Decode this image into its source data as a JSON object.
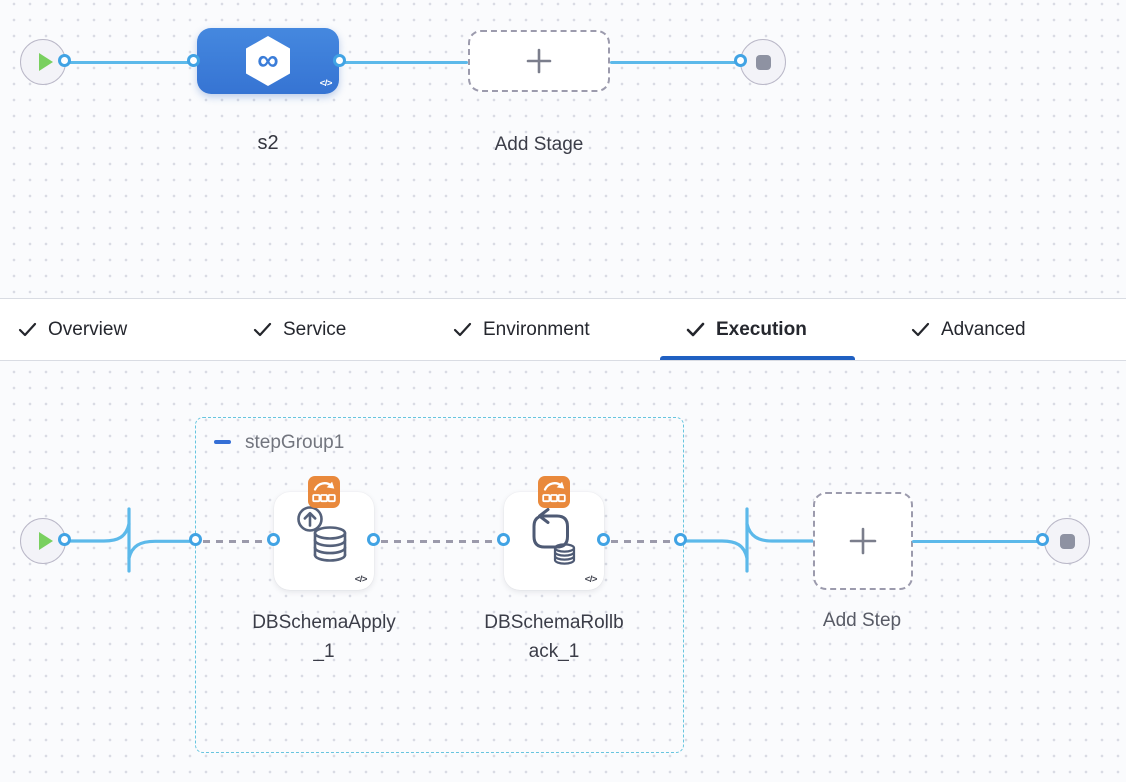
{
  "stage_graph": {
    "stage": {
      "label": "s2",
      "code_glyph": "</>"
    },
    "add_stage": {
      "label": "Add Stage"
    }
  },
  "tabs": {
    "items": [
      {
        "label": "Overview",
        "checked": true,
        "active": false
      },
      {
        "label": "Service",
        "checked": true,
        "active": false
      },
      {
        "label": "Environment",
        "checked": true,
        "active": false
      },
      {
        "label": "Execution",
        "checked": true,
        "active": true
      },
      {
        "label": "Advanced",
        "checked": true,
        "active": false
      }
    ]
  },
  "execution_graph": {
    "step_group": {
      "label": "stepGroup1"
    },
    "steps": [
      {
        "label": "DBSchemaApply_1",
        "code_glyph": "</>",
        "icon": "db-schema-apply-icon",
        "badge": "rolling-strategy-badge-icon"
      },
      {
        "label": "DBSchemaRollback_1",
        "code_glyph": "</>",
        "icon": "db-schema-rollback-icon",
        "badge": "rolling-strategy-badge-icon"
      }
    ],
    "add_step": {
      "label": "Add Step"
    }
  },
  "colors": {
    "stage_node_blue": "#3d7edd",
    "edge_blue": "#5cb9ea",
    "port_blue": "#41a3e4",
    "tab_underline_blue": "#2060c2",
    "group_border_teal": "#67c5df",
    "badge_orange": "#e9893c",
    "play_green": "#79d05f",
    "dash_gray": "#9b9aab"
  }
}
